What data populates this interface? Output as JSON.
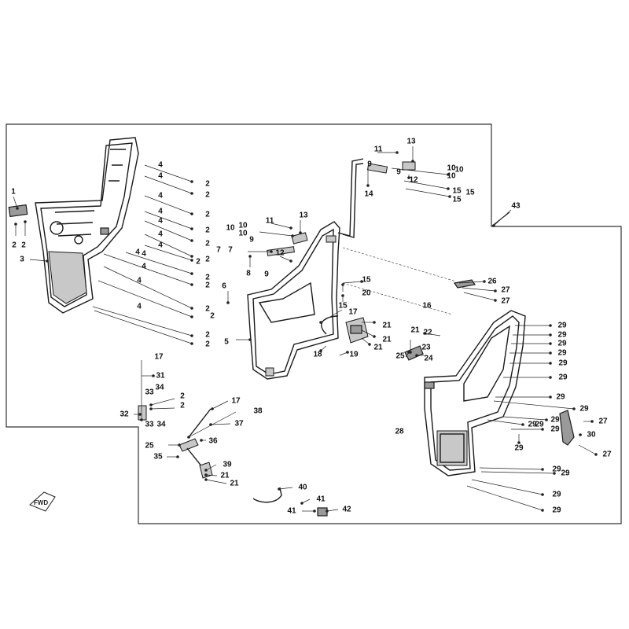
{
  "diagram": {
    "forward_marker_text": "FWD",
    "callouts": [
      {
        "id": "c1a",
        "text": "1"
      },
      {
        "id": "c2a",
        "text": "2"
      },
      {
        "id": "c2b",
        "text": "2"
      },
      {
        "id": "c3",
        "text": "3"
      },
      {
        "id": "c4a",
        "text": "4"
      },
      {
        "id": "c4b",
        "text": "4"
      },
      {
        "id": "c4c",
        "text": "4"
      },
      {
        "id": "c4d",
        "text": "4"
      },
      {
        "id": "c4e",
        "text": "4"
      },
      {
        "id": "c4f",
        "text": "4"
      },
      {
        "id": "c4g",
        "text": "4"
      },
      {
        "id": "c4h",
        "text": "4"
      },
      {
        "id": "c4i",
        "text": "4"
      },
      {
        "id": "c4j",
        "text": "4"
      },
      {
        "id": "c4k",
        "text": "4"
      },
      {
        "id": "c4l",
        "text": "4"
      },
      {
        "id": "c2c",
        "text": "2"
      },
      {
        "id": "c2d",
        "text": "2"
      },
      {
        "id": "c2e",
        "text": "2"
      },
      {
        "id": "c2f",
        "text": "2"
      },
      {
        "id": "c2g",
        "text": "2"
      },
      {
        "id": "c2h",
        "text": "2"
      },
      {
        "id": "c2i",
        "text": "2"
      },
      {
        "id": "c2j",
        "text": "2"
      },
      {
        "id": "c2k",
        "text": "2"
      },
      {
        "id": "c2l",
        "text": "2"
      },
      {
        "id": "c2m",
        "text": "2"
      },
      {
        "id": "c2n",
        "text": "2"
      },
      {
        "id": "c2o",
        "text": "2"
      },
      {
        "id": "c2p",
        "text": "2"
      },
      {
        "id": "c2q",
        "text": "2"
      },
      {
        "id": "c5",
        "text": "5"
      },
      {
        "id": "c6",
        "text": "6"
      },
      {
        "id": "c7a",
        "text": "7"
      },
      {
        "id": "c7b",
        "text": "7"
      },
      {
        "id": "c8",
        "text": "8"
      },
      {
        "id": "c9a",
        "text": "9"
      },
      {
        "id": "c9b",
        "text": "9"
      },
      {
        "id": "c9c",
        "text": "9"
      },
      {
        "id": "c9d",
        "text": "9"
      },
      {
        "id": "c10a",
        "text": "10"
      },
      {
        "id": "c10b",
        "text": "10"
      },
      {
        "id": "c10c",
        "text": "10"
      },
      {
        "id": "c10d",
        "text": "10"
      },
      {
        "id": "c10e",
        "text": "10"
      },
      {
        "id": "c10f",
        "text": "10"
      },
      {
        "id": "c11a",
        "text": "11"
      },
      {
        "id": "c11b",
        "text": "11"
      },
      {
        "id": "c12a",
        "text": "12"
      },
      {
        "id": "c12b",
        "text": "12"
      },
      {
        "id": "c13a",
        "text": "13"
      },
      {
        "id": "c13b",
        "text": "13"
      },
      {
        "id": "c14",
        "text": "14"
      },
      {
        "id": "c15a",
        "text": "15"
      },
      {
        "id": "c15b",
        "text": "15"
      },
      {
        "id": "c15c",
        "text": "15"
      },
      {
        "id": "c15d",
        "text": "15"
      },
      {
        "id": "c15e",
        "text": "15"
      },
      {
        "id": "c16",
        "text": "16"
      },
      {
        "id": "c17a",
        "text": "17"
      },
      {
        "id": "c17b",
        "text": "17"
      },
      {
        "id": "c17c",
        "text": "17"
      },
      {
        "id": "c18",
        "text": "18"
      },
      {
        "id": "c19",
        "text": "19"
      },
      {
        "id": "c20",
        "text": "20"
      },
      {
        "id": "c21a",
        "text": "21"
      },
      {
        "id": "c21b",
        "text": "21"
      },
      {
        "id": "c21c",
        "text": "21"
      },
      {
        "id": "c21d",
        "text": "21"
      },
      {
        "id": "c21e",
        "text": "21"
      },
      {
        "id": "c21f",
        "text": "21"
      },
      {
        "id": "c22",
        "text": "22"
      },
      {
        "id": "c23",
        "text": "23"
      },
      {
        "id": "c24",
        "text": "24"
      },
      {
        "id": "c25a",
        "text": "25"
      },
      {
        "id": "c25b",
        "text": "25"
      },
      {
        "id": "c26",
        "text": "26"
      },
      {
        "id": "c27a",
        "text": "27"
      },
      {
        "id": "c27b",
        "text": "27"
      },
      {
        "id": "c27c",
        "text": "27"
      },
      {
        "id": "c27d",
        "text": "27"
      },
      {
        "id": "c28",
        "text": "28"
      },
      {
        "id": "c29a",
        "text": "29"
      },
      {
        "id": "c29b",
        "text": "29"
      },
      {
        "id": "c29c",
        "text": "29"
      },
      {
        "id": "c29d",
        "text": "29"
      },
      {
        "id": "c29e",
        "text": "29"
      },
      {
        "id": "c29f",
        "text": "29"
      },
      {
        "id": "c29g",
        "text": "29"
      },
      {
        "id": "c29h",
        "text": "29"
      },
      {
        "id": "c29i",
        "text": "29"
      },
      {
        "id": "c29j",
        "text": "29"
      },
      {
        "id": "c29k",
        "text": "29"
      },
      {
        "id": "c29l",
        "text": "29"
      },
      {
        "id": "c29m",
        "text": "29"
      },
      {
        "id": "c29n",
        "text": "29"
      },
      {
        "id": "c29o",
        "text": "29"
      },
      {
        "id": "c29p",
        "text": "29"
      },
      {
        "id": "c29q",
        "text": "29"
      },
      {
        "id": "c30",
        "text": "30"
      },
      {
        "id": "c31",
        "text": "31"
      },
      {
        "id": "c32",
        "text": "32"
      },
      {
        "id": "c33a",
        "text": "33"
      },
      {
        "id": "c33b",
        "text": "33"
      },
      {
        "id": "c34a",
        "text": "34"
      },
      {
        "id": "c34b",
        "text": "34"
      },
      {
        "id": "c35",
        "text": "35"
      },
      {
        "id": "c36",
        "text": "36"
      },
      {
        "id": "c37",
        "text": "37"
      },
      {
        "id": "c38",
        "text": "38"
      },
      {
        "id": "c39",
        "text": "39"
      },
      {
        "id": "c40",
        "text": "40"
      },
      {
        "id": "c41a",
        "text": "41"
      },
      {
        "id": "c41b",
        "text": "41"
      },
      {
        "id": "c42",
        "text": "42"
      },
      {
        "id": "c43",
        "text": "43"
      }
    ]
  }
}
